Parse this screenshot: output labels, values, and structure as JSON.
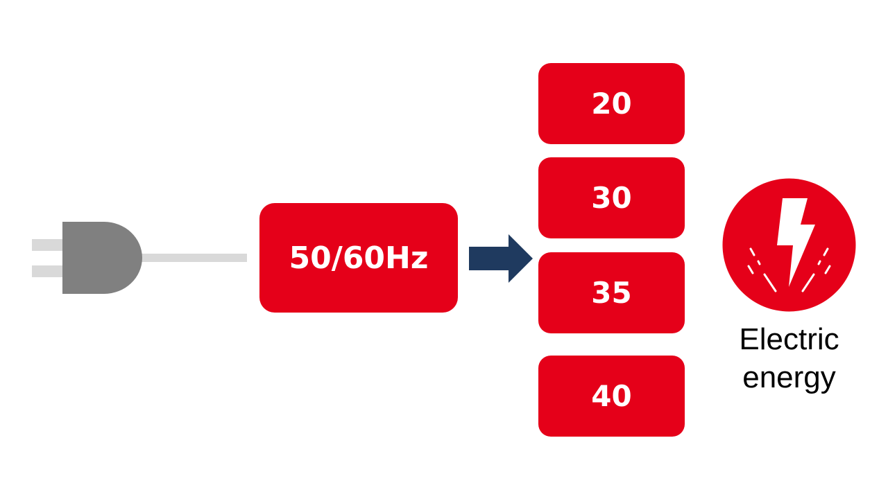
{
  "input": {
    "icon": "plug-icon"
  },
  "frequency_box": {
    "label": "50/60Hz"
  },
  "arrow": {
    "icon": "arrow-right-icon"
  },
  "values": [
    {
      "label": "20"
    },
    {
      "label": "30"
    },
    {
      "label": "35"
    },
    {
      "label": "40"
    }
  ],
  "output": {
    "icon": "lightning-icon",
    "line1": "Electric",
    "line2": "energy"
  },
  "colors": {
    "accent_red": "#e50019",
    "arrow_navy": "#1f3a5f",
    "plug_gray": "#808080",
    "cord_gray": "#d9d9d9"
  }
}
